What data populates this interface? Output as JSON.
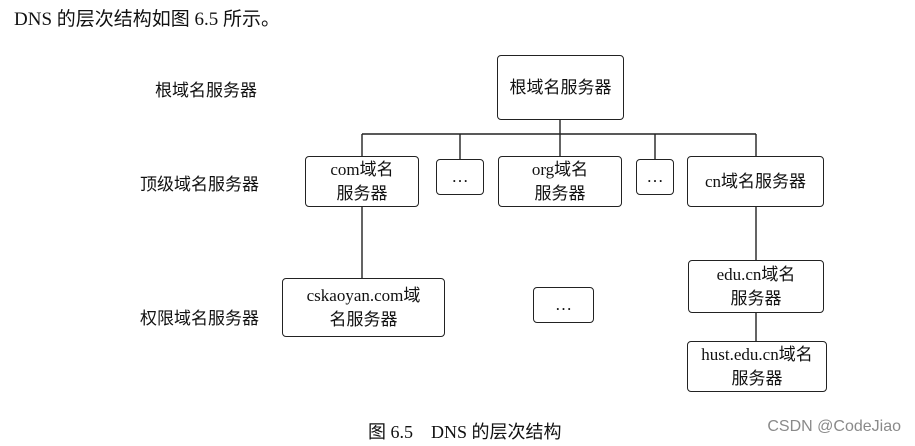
{
  "intro_text": "DNS 的层次结构如图 6.5 所示。",
  "levels": {
    "root": "根域名服务器",
    "top": "顶级域名服务器",
    "authoritative": "权限域名服务器"
  },
  "nodes": {
    "root": "根域名服务器",
    "com_line1": "com域名",
    "com_line2": "服务器",
    "ellipsis": "…",
    "org_line1": "org域名",
    "org_line2": "服务器",
    "cn": "cn域名服务器",
    "cskaoyan_line1": "cskaoyan.com域",
    "cskaoyan_line2": "名服务器",
    "edu_line1": "edu.cn域名",
    "edu_line2": "服务器",
    "hust_line1": "hust.edu.cn域名",
    "hust_line2": "服务器"
  },
  "caption": "图 6.5　DNS 的层次结构",
  "watermark": "CSDN @CodeJiao"
}
